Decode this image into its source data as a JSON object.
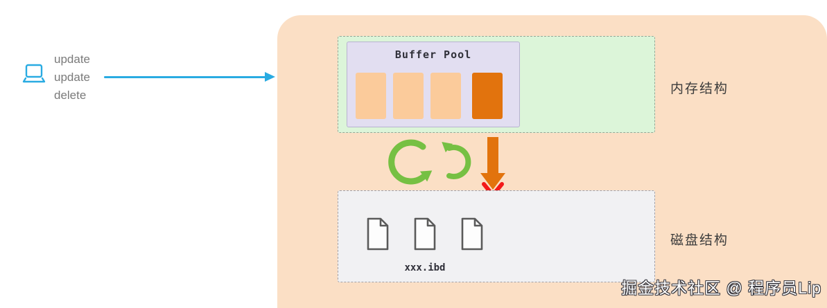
{
  "client": {
    "operations": [
      "update",
      "update",
      "delete"
    ]
  },
  "memory_section": {
    "label": "内存结构",
    "buffer_pool_title": "Buffer Pool",
    "pages": [
      "clean",
      "clean",
      "clean",
      "dirty"
    ]
  },
  "disk_section": {
    "label": "磁盘结构",
    "file_name": "xxx.ibd",
    "file_count": 3
  },
  "watermark": "掘金技术社区 @ 程序员Lip",
  "icons": {
    "client": "laptop-icon",
    "sync": "cycle-arrows-icon",
    "flush": "down-arrow-icon",
    "blocked": "red-x-icon",
    "file": "document-icon"
  },
  "colors": {
    "container_bg": "#FBDFC5",
    "memory_bg": "#DCF5D9",
    "buffer_pool_bg": "#E2DEF1",
    "clean_page": "#FBCB9B",
    "dirty_page": "#E2730D",
    "disk_bg": "#F1F1F3",
    "cycle_arrow": "#76C043",
    "flush_arrow": "#E2730D",
    "blocked_x": "#F31919",
    "client_arrow": "#29ABE2"
  }
}
